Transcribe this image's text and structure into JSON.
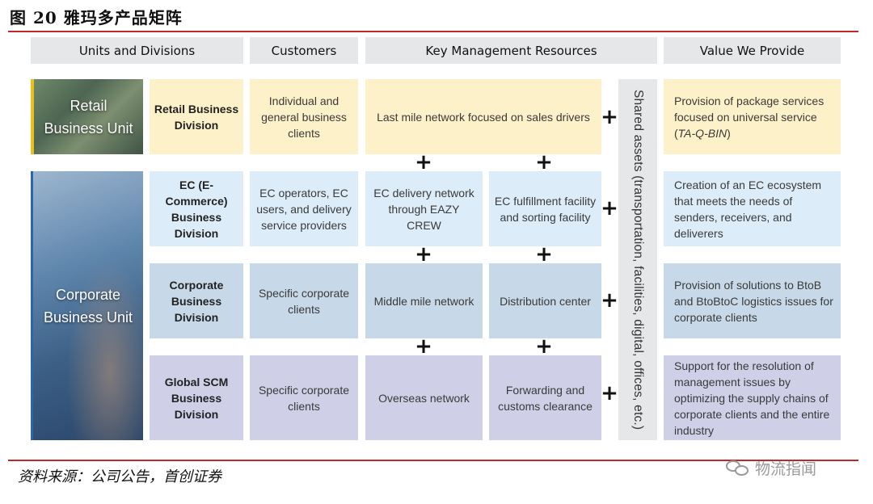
{
  "figure_title": "图 20 雅玛多产品矩阵",
  "headers": {
    "units": "Units and Divisions",
    "customers": "Customers",
    "resources": "Key Management Resources",
    "value": "Value We Provide"
  },
  "units": {
    "retail": "Retail Business Unit",
    "corporate": "Corporate Business Unit"
  },
  "rows": [
    {
      "division": "Retail Business Division",
      "customers": "Individual and general business clients",
      "resource_a": "Last mile network focused on sales drivers",
      "resource_b": "",
      "value_pre": "Provision of package services focused on universal service (",
      "value_italic": "TA-Q-BIN",
      "value_post": ")"
    },
    {
      "division": "EC (E-Commerce) Business Division",
      "customers": "EC operators, EC users, and delivery service providers",
      "resource_a": "EC delivery network through EAZY CREW",
      "resource_b": "EC fulfillment facility and sorting facility",
      "value": "Creation of an EC ecosystem that meets the needs of senders, receivers, and deliverers"
    },
    {
      "division": "Corporate Business Division",
      "customers": "Specific corporate clients",
      "resource_a": "Middle mile network",
      "resource_b": "Distribution center",
      "value": "Provision of solutions to BtoB and BtoBtoC logistics issues for corporate clients"
    },
    {
      "division": "Global SCM Business Division",
      "customers": "Specific corporate clients",
      "resource_a": "Overseas network",
      "resource_b": "Forwarding and customs clearance",
      "value": "Support for the resolution of management issues by optimizing the supply chains of corporate clients and the entire industry"
    }
  ],
  "plus_symbol": "+",
  "shared_assets": "Shared assets (transportation, facilities, digital, offices, etc.)",
  "source": "资料来源：公司公告，首创证券",
  "watermark": "物流指闻",
  "colors": {
    "accent_red": "#c0282d",
    "header_gray": "#e6e7e8",
    "retail_yellow": "#fdf1c9",
    "ec_light_blue": "#dcecf8",
    "corporate_blue": "#c7d8e8",
    "global_purple": "#cfcfe8"
  }
}
